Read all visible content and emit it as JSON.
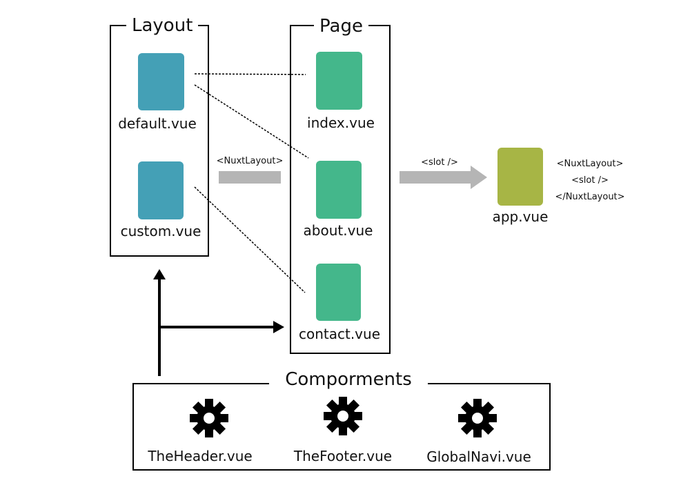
{
  "layout": {
    "title": "Layout",
    "items": [
      "default.vue",
      "custom.vue"
    ],
    "color": "#44a0b6"
  },
  "page": {
    "title": "Page",
    "items": [
      "index.vue",
      "about.vue",
      "contact.vue"
    ],
    "color": "#44b78b"
  },
  "app": {
    "name": "app.vue",
    "color": "#a7b545",
    "code": [
      "<NuxtLayout>",
      "<slot />",
      "</NuxtLayout>"
    ]
  },
  "arrows": {
    "layout_to_page": "<NuxtLayout>",
    "page_to_app": "<slot />"
  },
  "components": {
    "title": "Comporments",
    "items": [
      {
        "name": "TheHeader.vue",
        "icon": "gear-icon"
      },
      {
        "name": "TheFooter.vue",
        "icon": "gear-icon"
      },
      {
        "name": "GlobalNavi.vue",
        "icon": "gear-icon"
      }
    ]
  },
  "colors": {
    "arrow_gray": "#b5b5b5",
    "line": "#000000"
  }
}
